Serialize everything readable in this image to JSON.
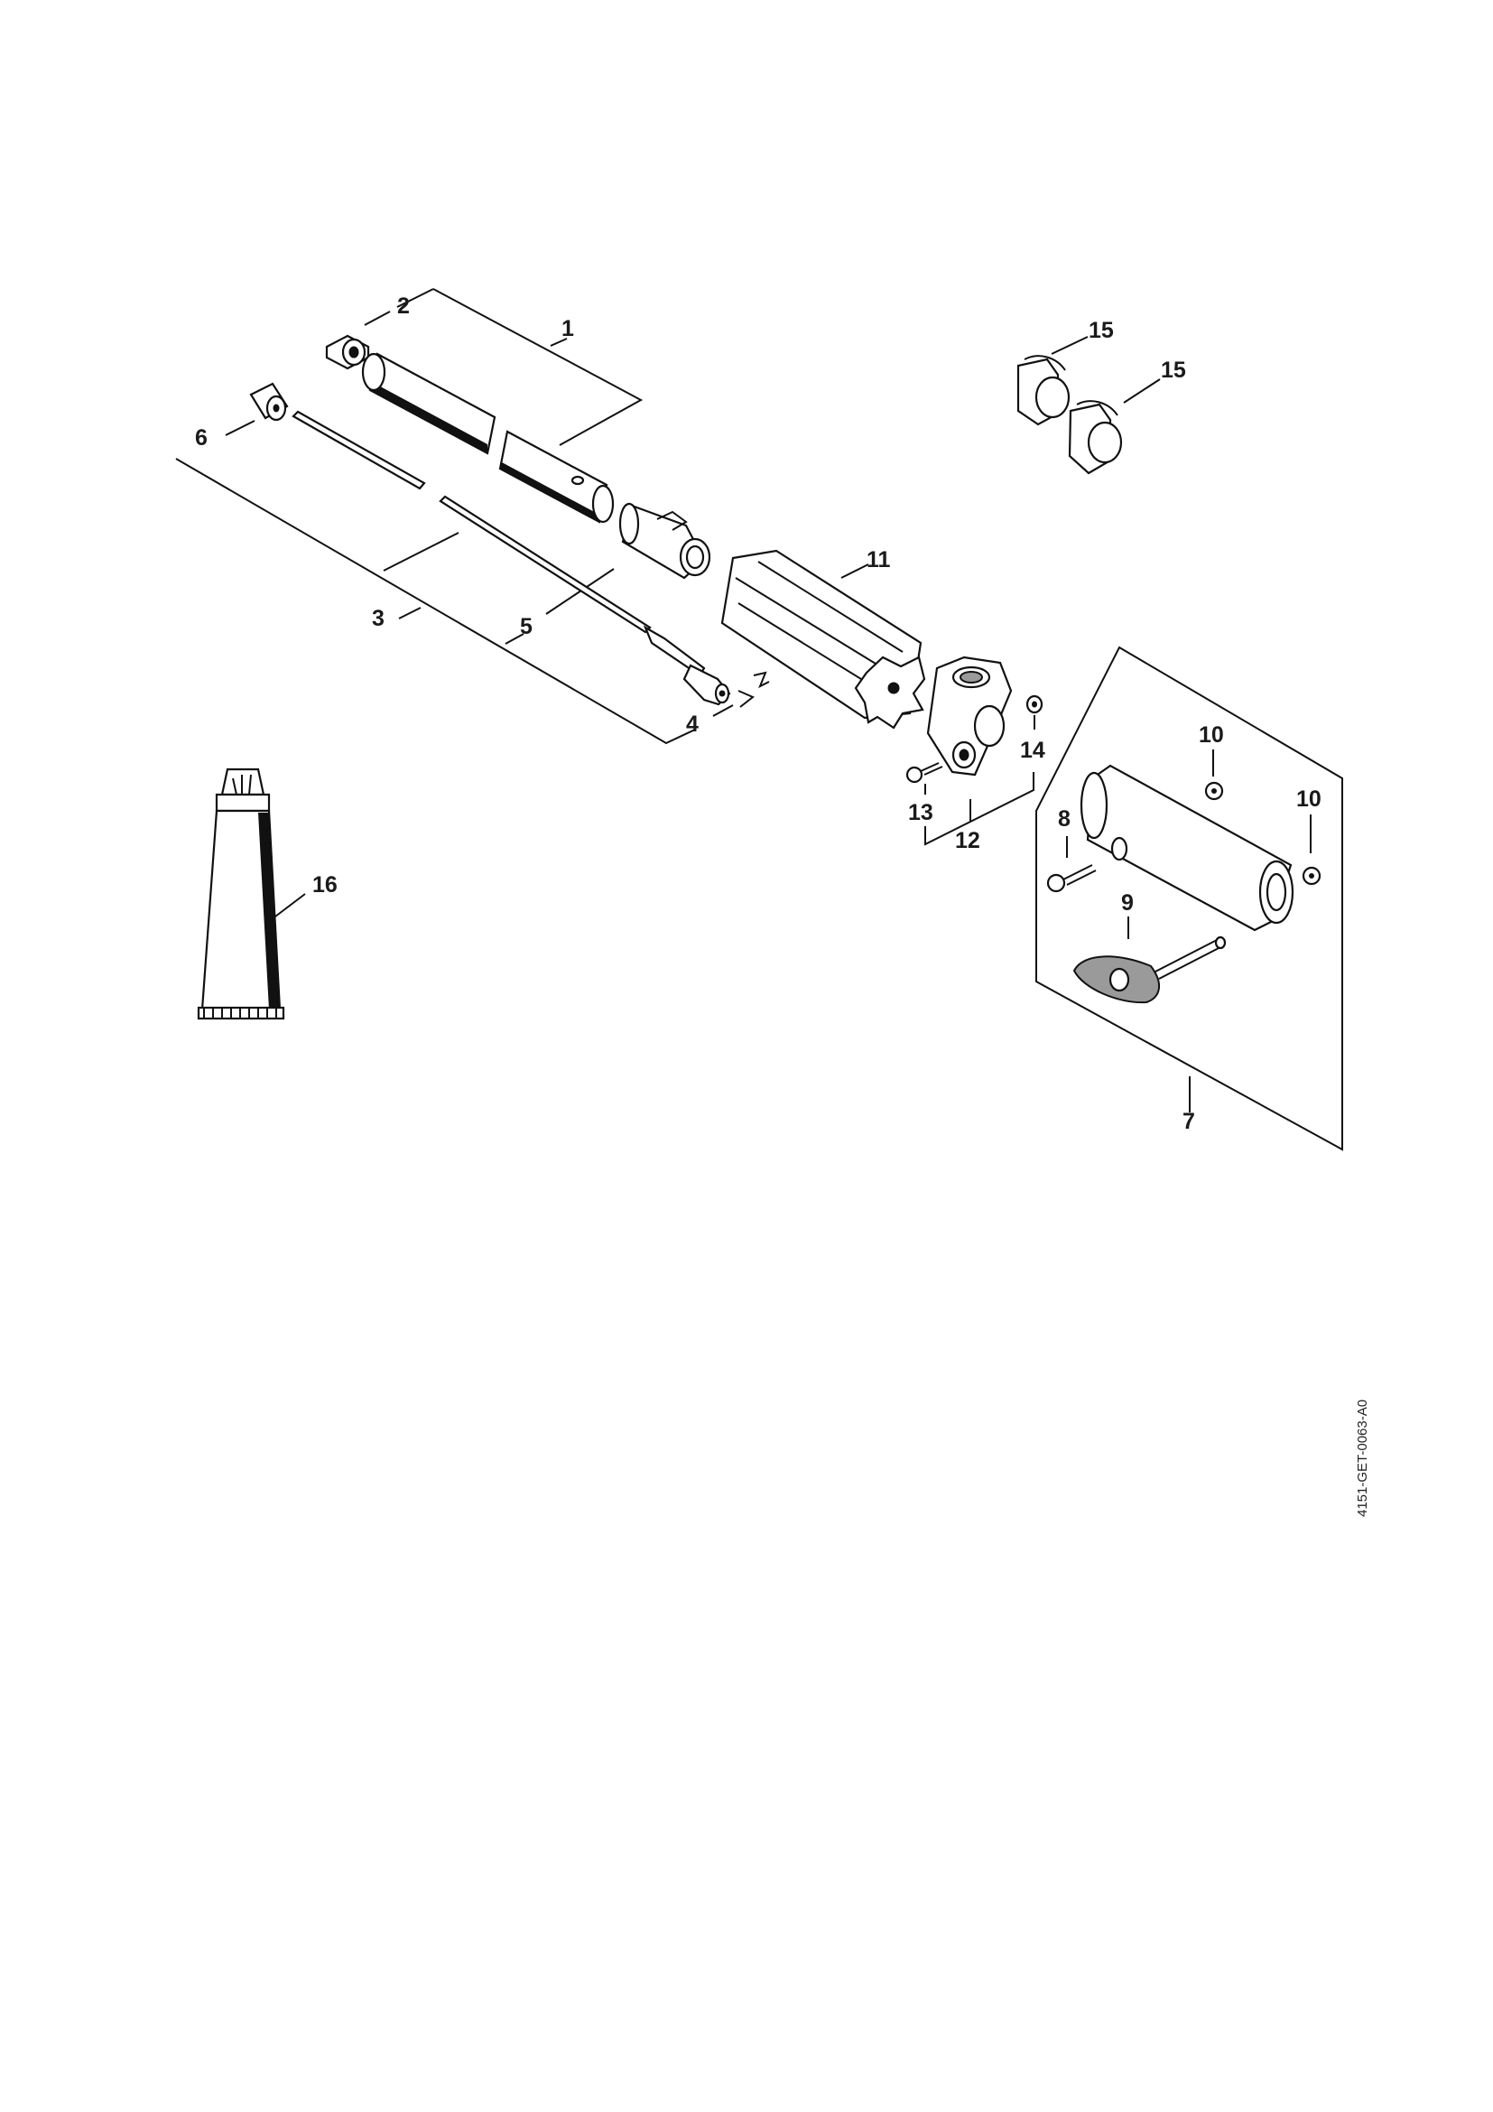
{
  "diagram": {
    "callouts": {
      "c1": "1",
      "c2": "2",
      "c3": "3",
      "c4": "4",
      "c5": "5",
      "c6": "6",
      "c7": "7",
      "c8": "8",
      "c9": "9",
      "c10a": "10",
      "c10b": "10",
      "c11": "11",
      "c12": "12",
      "c13": "13",
      "c14": "14",
      "c15a": "15",
      "c15b": "15",
      "c16": "16"
    },
    "doc_reference": "4151-GET-0063-A0"
  }
}
